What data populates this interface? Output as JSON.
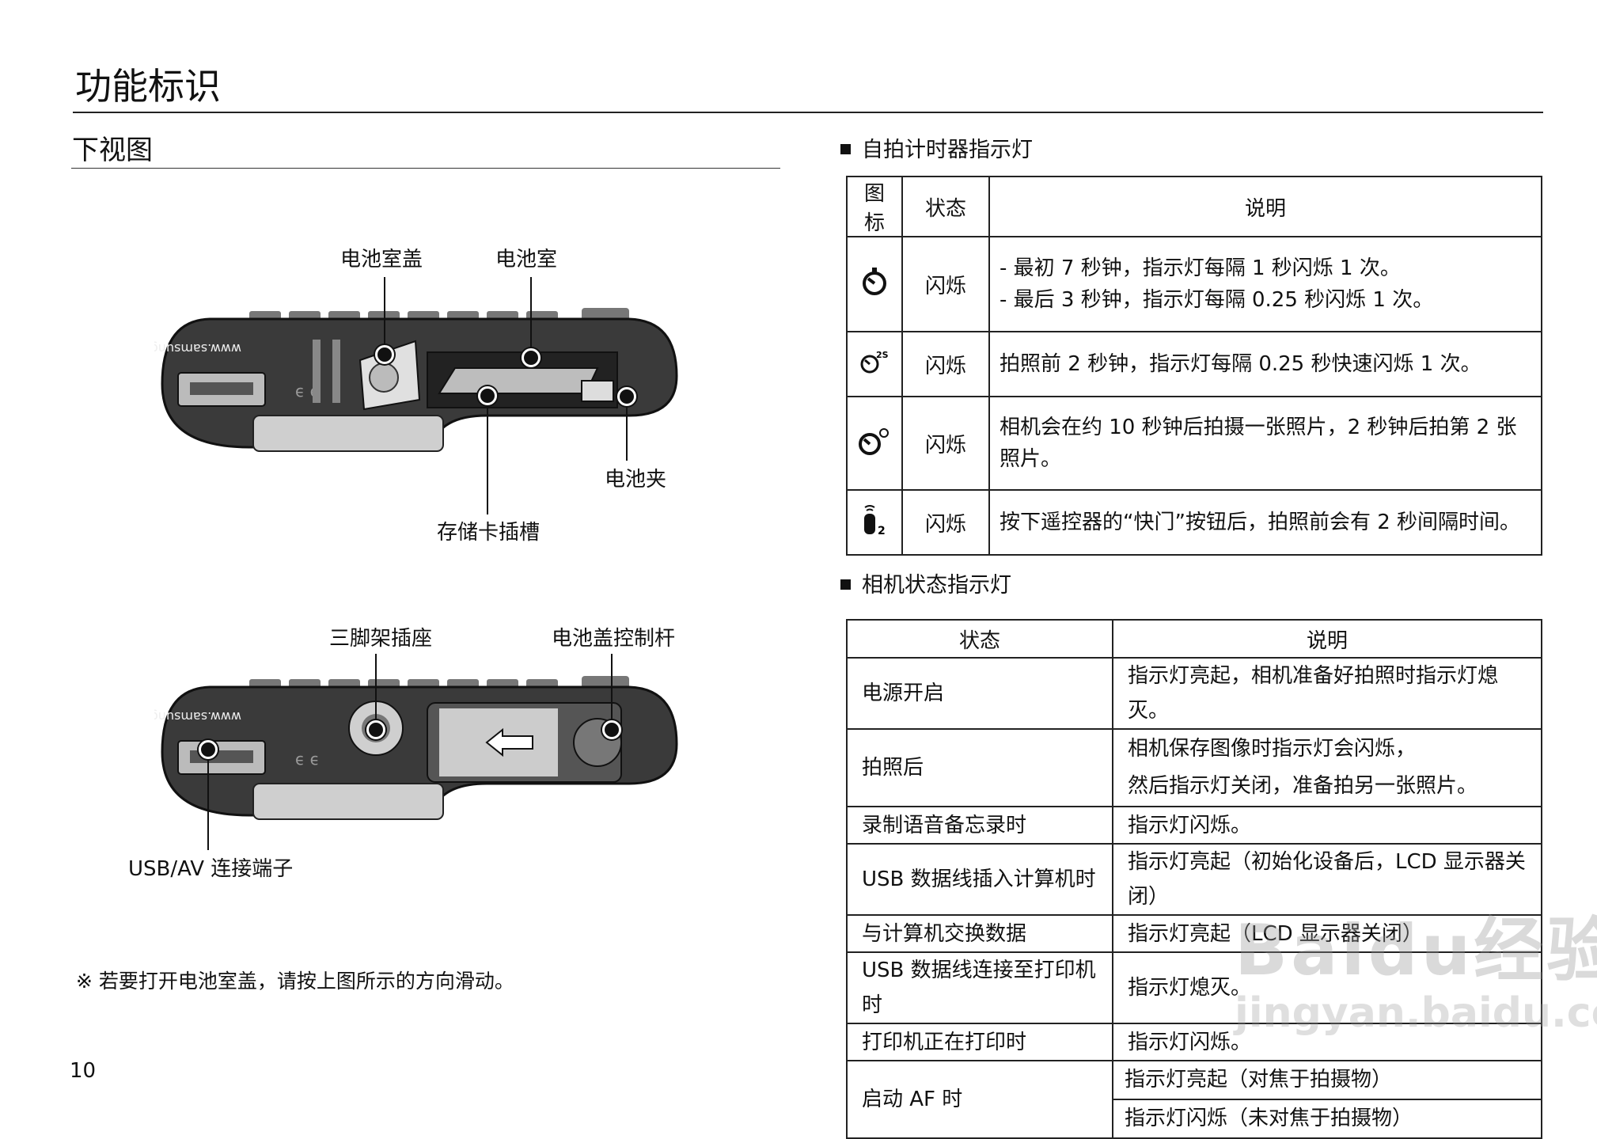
{
  "page": {
    "title": "功能标识",
    "section": "下视图",
    "page_number": "10",
    "note": "※ 若要打开电池室盖，请按上图所示的方向滑动。"
  },
  "diagram1": {
    "labels": {
      "battery_cover": "电池室盖",
      "battery_chamber": "电池室",
      "battery_holder": "电池夹",
      "memory_card_slot": "存储卡插槽"
    },
    "body_text": "www.samsungcamera.com"
  },
  "diagram2": {
    "labels": {
      "tripod_socket": "三脚架插座",
      "cover_lever": "电池盖控制杆",
      "usb_av_port": "USB/AV 连接端子"
    },
    "body_text": "www.samsungcamera.com"
  },
  "self_timer": {
    "heading": "自拍计时器指示灯",
    "headers": [
      "图标",
      "状态",
      "说明"
    ],
    "rows": [
      {
        "icon": "self-timer-icon",
        "state": "闪烁",
        "desc_lines": [
          "- 最初 7 秒钟，指示灯每隔 1 秒闪烁 1 次。",
          "- 最后 3 秒钟，指示灯每隔 0.25 秒闪烁 1 次。"
        ]
      },
      {
        "icon": "self-timer-2s-icon",
        "state": "闪烁",
        "desc_lines": [
          "拍照前 2 秒钟，指示灯每隔 0.25 秒快速闪烁 1 次。"
        ]
      },
      {
        "icon": "double-self-timer-icon",
        "state": "闪烁",
        "desc_lines": [
          "相机会在约 10 秒钟后拍摄一张照片，2 秒钟后拍第 2 张",
          "照片。"
        ]
      },
      {
        "icon": "remote-2s-icon",
        "state": "闪烁",
        "desc_lines": [
          "按下遥控器的“快门”按钮后，拍照前会有 2 秒间隔时间。"
        ]
      }
    ]
  },
  "status_lamp": {
    "heading": "相机状态指示灯",
    "headers": [
      "状态",
      "说明"
    ],
    "rows": [
      {
        "state": "电源开启",
        "desc": "指示灯亮起，相机准备好拍照时指示灯熄灭。"
      },
      {
        "state": "拍照后",
        "desc_lines": [
          "相机保存图像时指示灯会闪烁，",
          "然后指示灯关闭，准备拍另一张照片。"
        ]
      },
      {
        "state": "录制语音备忘录时",
        "desc": "指示灯闪烁。"
      },
      {
        "state": "USB 数据线插入计算机时",
        "desc": "指示灯亮起（初始化设备后，LCD 显示器关闭）"
      },
      {
        "state": "与计算机交换数据",
        "desc": "指示灯亮起（LCD 显示器关闭）"
      },
      {
        "state": "USB 数据线连接至打印机时",
        "desc": "指示灯熄灭。"
      },
      {
        "state": "打印机正在打印时",
        "desc": "指示灯闪烁。"
      },
      {
        "state": "启动 AF 时",
        "desc_lines": [
          "指示灯亮起（对焦于拍摄物）",
          "指示灯闪烁（未对焦于拍摄物）"
        ]
      }
    ]
  },
  "watermark": {
    "text": "Baidu经验",
    "url": "jingyan.baidu.com"
  }
}
